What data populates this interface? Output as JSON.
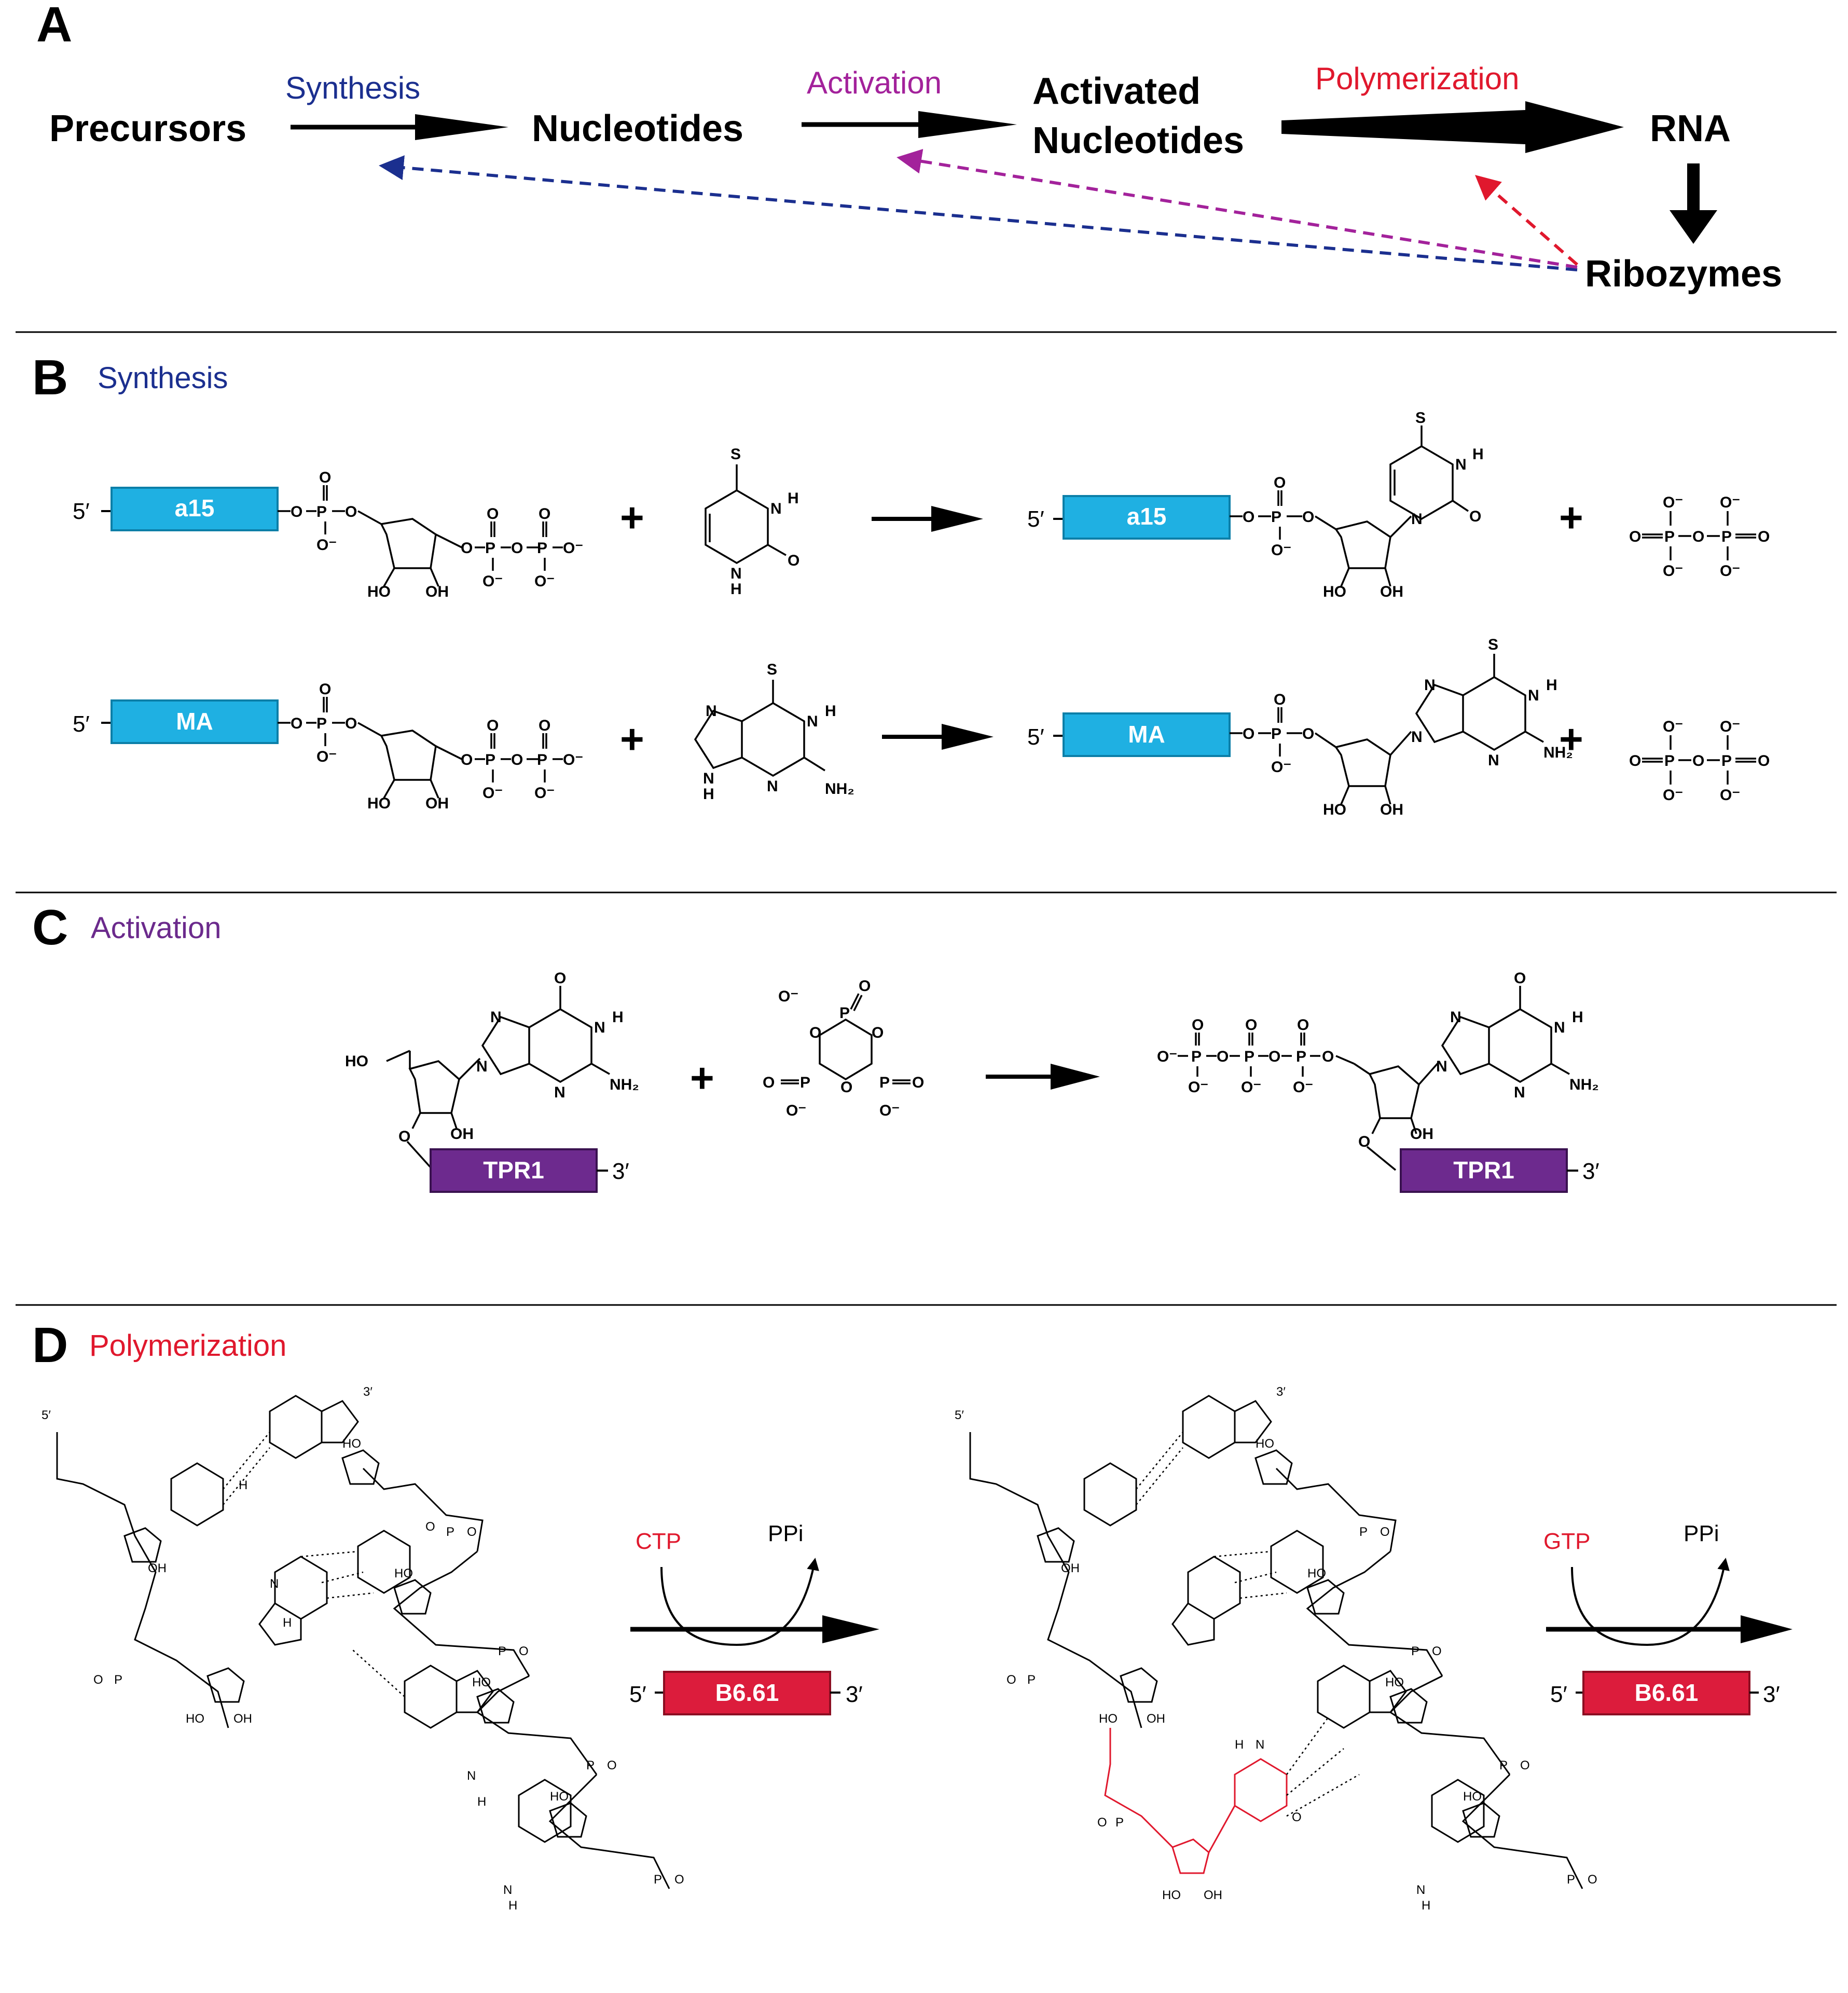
{
  "colors": {
    "synthesis": "#1b2f8f",
    "activation": "#a3229b",
    "activation_header": "#6b2a8c",
    "polymerization": "#e0182d",
    "ribozyme_cyan": "#1fb0e2",
    "ribozyme_purple": "#6d2a8e",
    "ribozyme_red": "#dc1c3c"
  },
  "panelA": {
    "label": "A",
    "nodes": {
      "precursors": "Precursors",
      "nucleotides": "Nucleotides",
      "activated_1": "Activated",
      "activated_2": "Nucleotides",
      "rna": "RNA",
      "ribozymes": "Ribozymes"
    },
    "processes": {
      "synthesis": "Synthesis",
      "activation": "Activation",
      "polymerization": "Polymerization"
    }
  },
  "panelB": {
    "label": "B",
    "title": "Synthesis",
    "ribozyme_a15": "a15",
    "ribozyme_ma": "MA",
    "five_prime": "5′"
  },
  "panelC": {
    "label": "C",
    "title": "Activation",
    "ribozyme": "TPR1",
    "three_prime": "3′"
  },
  "panelD": {
    "label": "D",
    "title": "Polymerization",
    "step1_substrate": "CTP",
    "step1_product": "PPi",
    "step2_substrate": "GTP",
    "step2_product": "PPi",
    "ribozyme": "B6.61",
    "five_prime": "5′",
    "three_prime": "3′"
  },
  "atoms": {
    "O": "O",
    "P": "P",
    "Om": "O⁻",
    "S": "S",
    "H": "H",
    "N": "N",
    "HO": "HO",
    "OH": "OH",
    "NH2": "NH₂",
    "plus": "+"
  }
}
